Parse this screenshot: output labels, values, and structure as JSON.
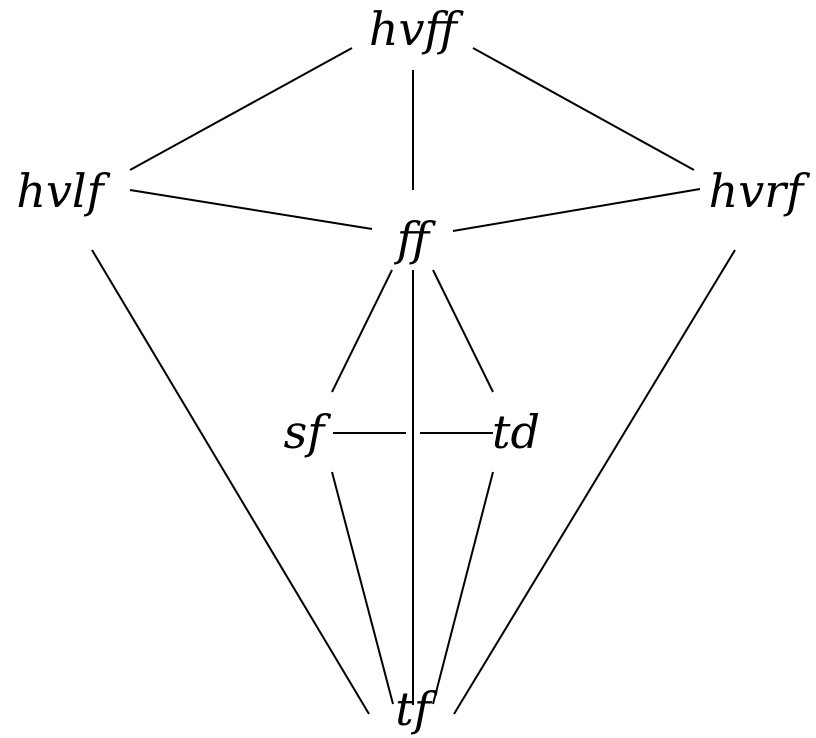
{
  "diagram": {
    "nodes": [
      {
        "id": "hvff",
        "label": "hvff"
      },
      {
        "id": "hvlf",
        "label": "hvlf"
      },
      {
        "id": "hvrf",
        "label": "hvrf"
      },
      {
        "id": "ff",
        "label": "ff"
      },
      {
        "id": "sf",
        "label": "sf"
      },
      {
        "id": "td",
        "label": "td"
      },
      {
        "id": "tf",
        "label": "tf"
      }
    ],
    "edges": [
      [
        "hvff",
        "hvlf"
      ],
      [
        "hvff",
        "ff"
      ],
      [
        "hvff",
        "hvrf"
      ],
      [
        "hvlf",
        "ff"
      ],
      [
        "hvrf",
        "ff"
      ],
      [
        "hvlf",
        "tf"
      ],
      [
        "hvrf",
        "tf"
      ],
      [
        "ff",
        "sf"
      ],
      [
        "ff",
        "td"
      ],
      [
        "ff",
        "tf"
      ],
      [
        "sf",
        "td"
      ],
      [
        "sf",
        "tf"
      ],
      [
        "td",
        "tf"
      ]
    ]
  }
}
